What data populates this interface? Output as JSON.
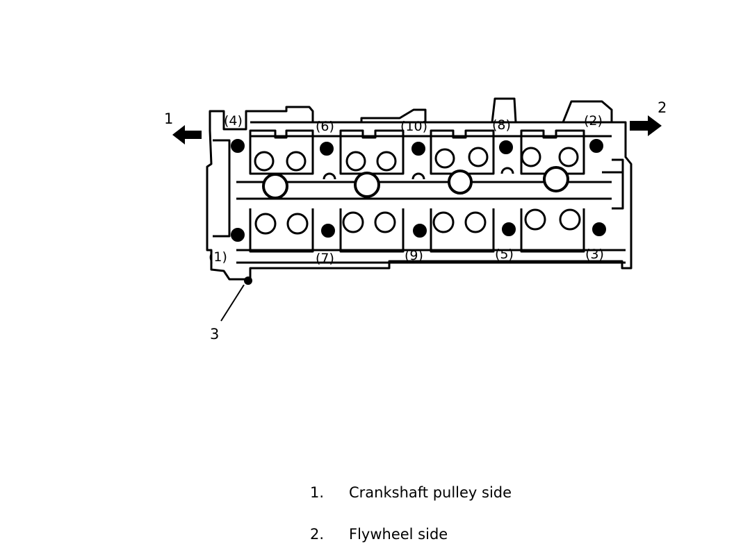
{
  "diagram": {
    "callouts": {
      "c1": "1",
      "c2": "2",
      "c3": "3"
    },
    "bolt_labels": {
      "b1": "(1)",
      "b2": "(2)",
      "b3": "(3)",
      "b4": "(4)",
      "b5": "(5)",
      "b6": "(6)",
      "b7": "(7)",
      "b8": "(8)",
      "b9": "(9)",
      "b10": "(10)"
    }
  },
  "legend": [
    {
      "num": "1.",
      "text": "Crankshaft pulley side"
    },
    {
      "num": "2.",
      "text": "Flywheel side"
    }
  ]
}
